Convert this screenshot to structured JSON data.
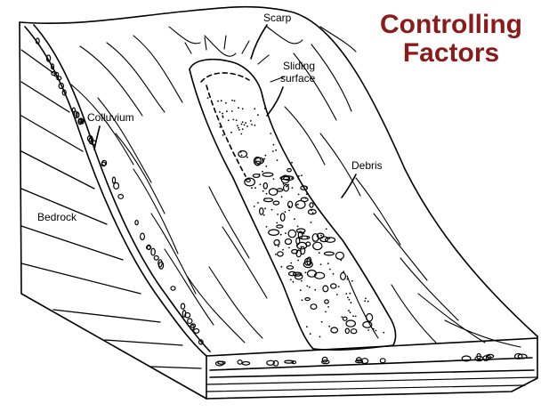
{
  "title": {
    "line1": "Controlling",
    "line2": "Factors",
    "color": "#8b1a1a"
  },
  "labels": {
    "scarp": "Scarp",
    "sliding_surface_line1": "Sliding",
    "sliding_surface_line2": "surface",
    "colluvium": "Colluvium",
    "debris": "Debris",
    "bedrock": "Bedrock"
  },
  "colors": {
    "ink": "#000000",
    "background": "#ffffff"
  }
}
